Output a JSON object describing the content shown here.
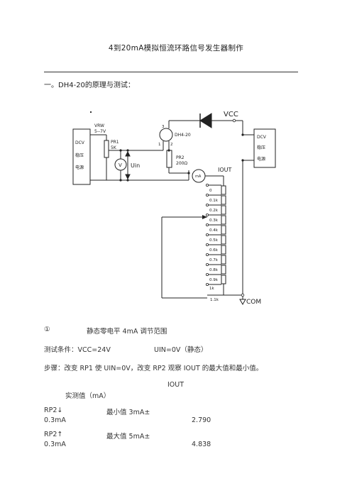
{
  "doc": {
    "title": "4到20mA模拟恒流环路信号发生器制作",
    "section_heading": "一。DH4-20的原理与测试："
  },
  "diagram": {
    "vrw": "VRW",
    "vrw_range": "5--7V",
    "dcv_left": [
      "DCV",
      "稳压",
      "电源"
    ],
    "pr1": "PR1",
    "pr1_value": "5K",
    "voltmeter": "V",
    "uin": "Uin",
    "pin3": "3",
    "pin1": "1",
    "pin2": "2",
    "chip": "DH4-20",
    "pr2": "PR2",
    "pr2_value": "200Ω",
    "vcc": "VCC",
    "dcv_right": [
      "DCV",
      "稳压",
      "电源"
    ],
    "ammeter": "mA",
    "iout": "IOUT",
    "ladder_labels": [
      "0",
      "0.1k",
      "0.2k",
      "0.3k",
      "0.4k",
      "0.5k",
      "0.6k",
      "0.7k",
      "0.8k",
      "0.9k",
      "1k",
      "1.1k"
    ],
    "com": "COM"
  },
  "test1": {
    "number": "①",
    "heading": "静态零电平 4mA 调节范围",
    "conditions": "测试条件：VCC=24V",
    "uin_condition": "UIN=0V（静态）",
    "steps": "步骤：改变 RP1 使 UIN=0V，改变 RP2 观察 IOUT 的最大值和最小值。",
    "col_iout": "IOUT",
    "col_measured": "实测值（mA）",
    "rows": [
      {
        "label": "RP2↓",
        "desc": "最小值 3mA±",
        "tol": "0.3mA",
        "value": "2.790"
      },
      {
        "label": "RP2↑",
        "desc": "最大值 5mA±",
        "tol": "0.3mA",
        "value": "4.838"
      }
    ]
  }
}
